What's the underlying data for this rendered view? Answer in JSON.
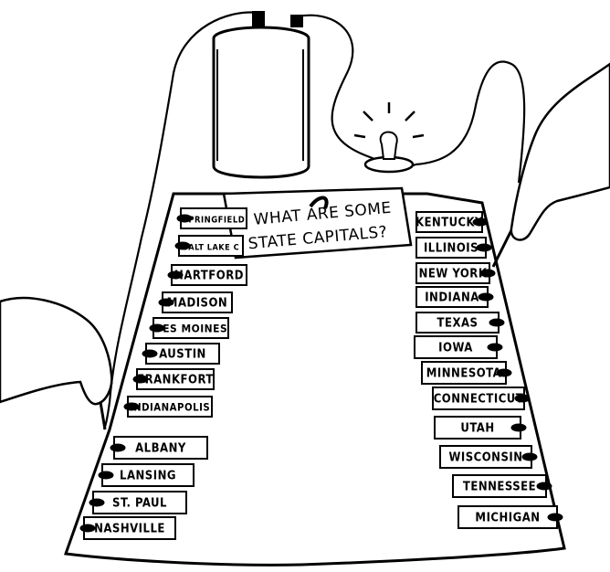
{
  "sign": {
    "title_line1": "WHAT ARE SOME",
    "title_line2": "STATE CAPITALS?"
  },
  "capitals": [
    "SPRINGFIELD",
    "SALT LAKE C",
    "HARTFORD",
    "MADISON",
    "DES MOINES",
    "AUSTIN",
    "FRANKFORT",
    "INDIANAPOLIS",
    "ALBANY",
    "LANSING",
    "ST. PAUL",
    "NASHVILLE"
  ],
  "states": [
    "KENTUCKY",
    "ILLINOIS",
    "NEW YORK",
    "INDIANA",
    "TEXAS",
    "IOWA",
    "MINNESOTA",
    "CONNECTICUT",
    "UTAH",
    "WISCONSIN",
    "TENNESSEE",
    "MICHIGAN"
  ],
  "colors": {
    "ink": "#000000",
    "paper": "#ffffff"
  }
}
